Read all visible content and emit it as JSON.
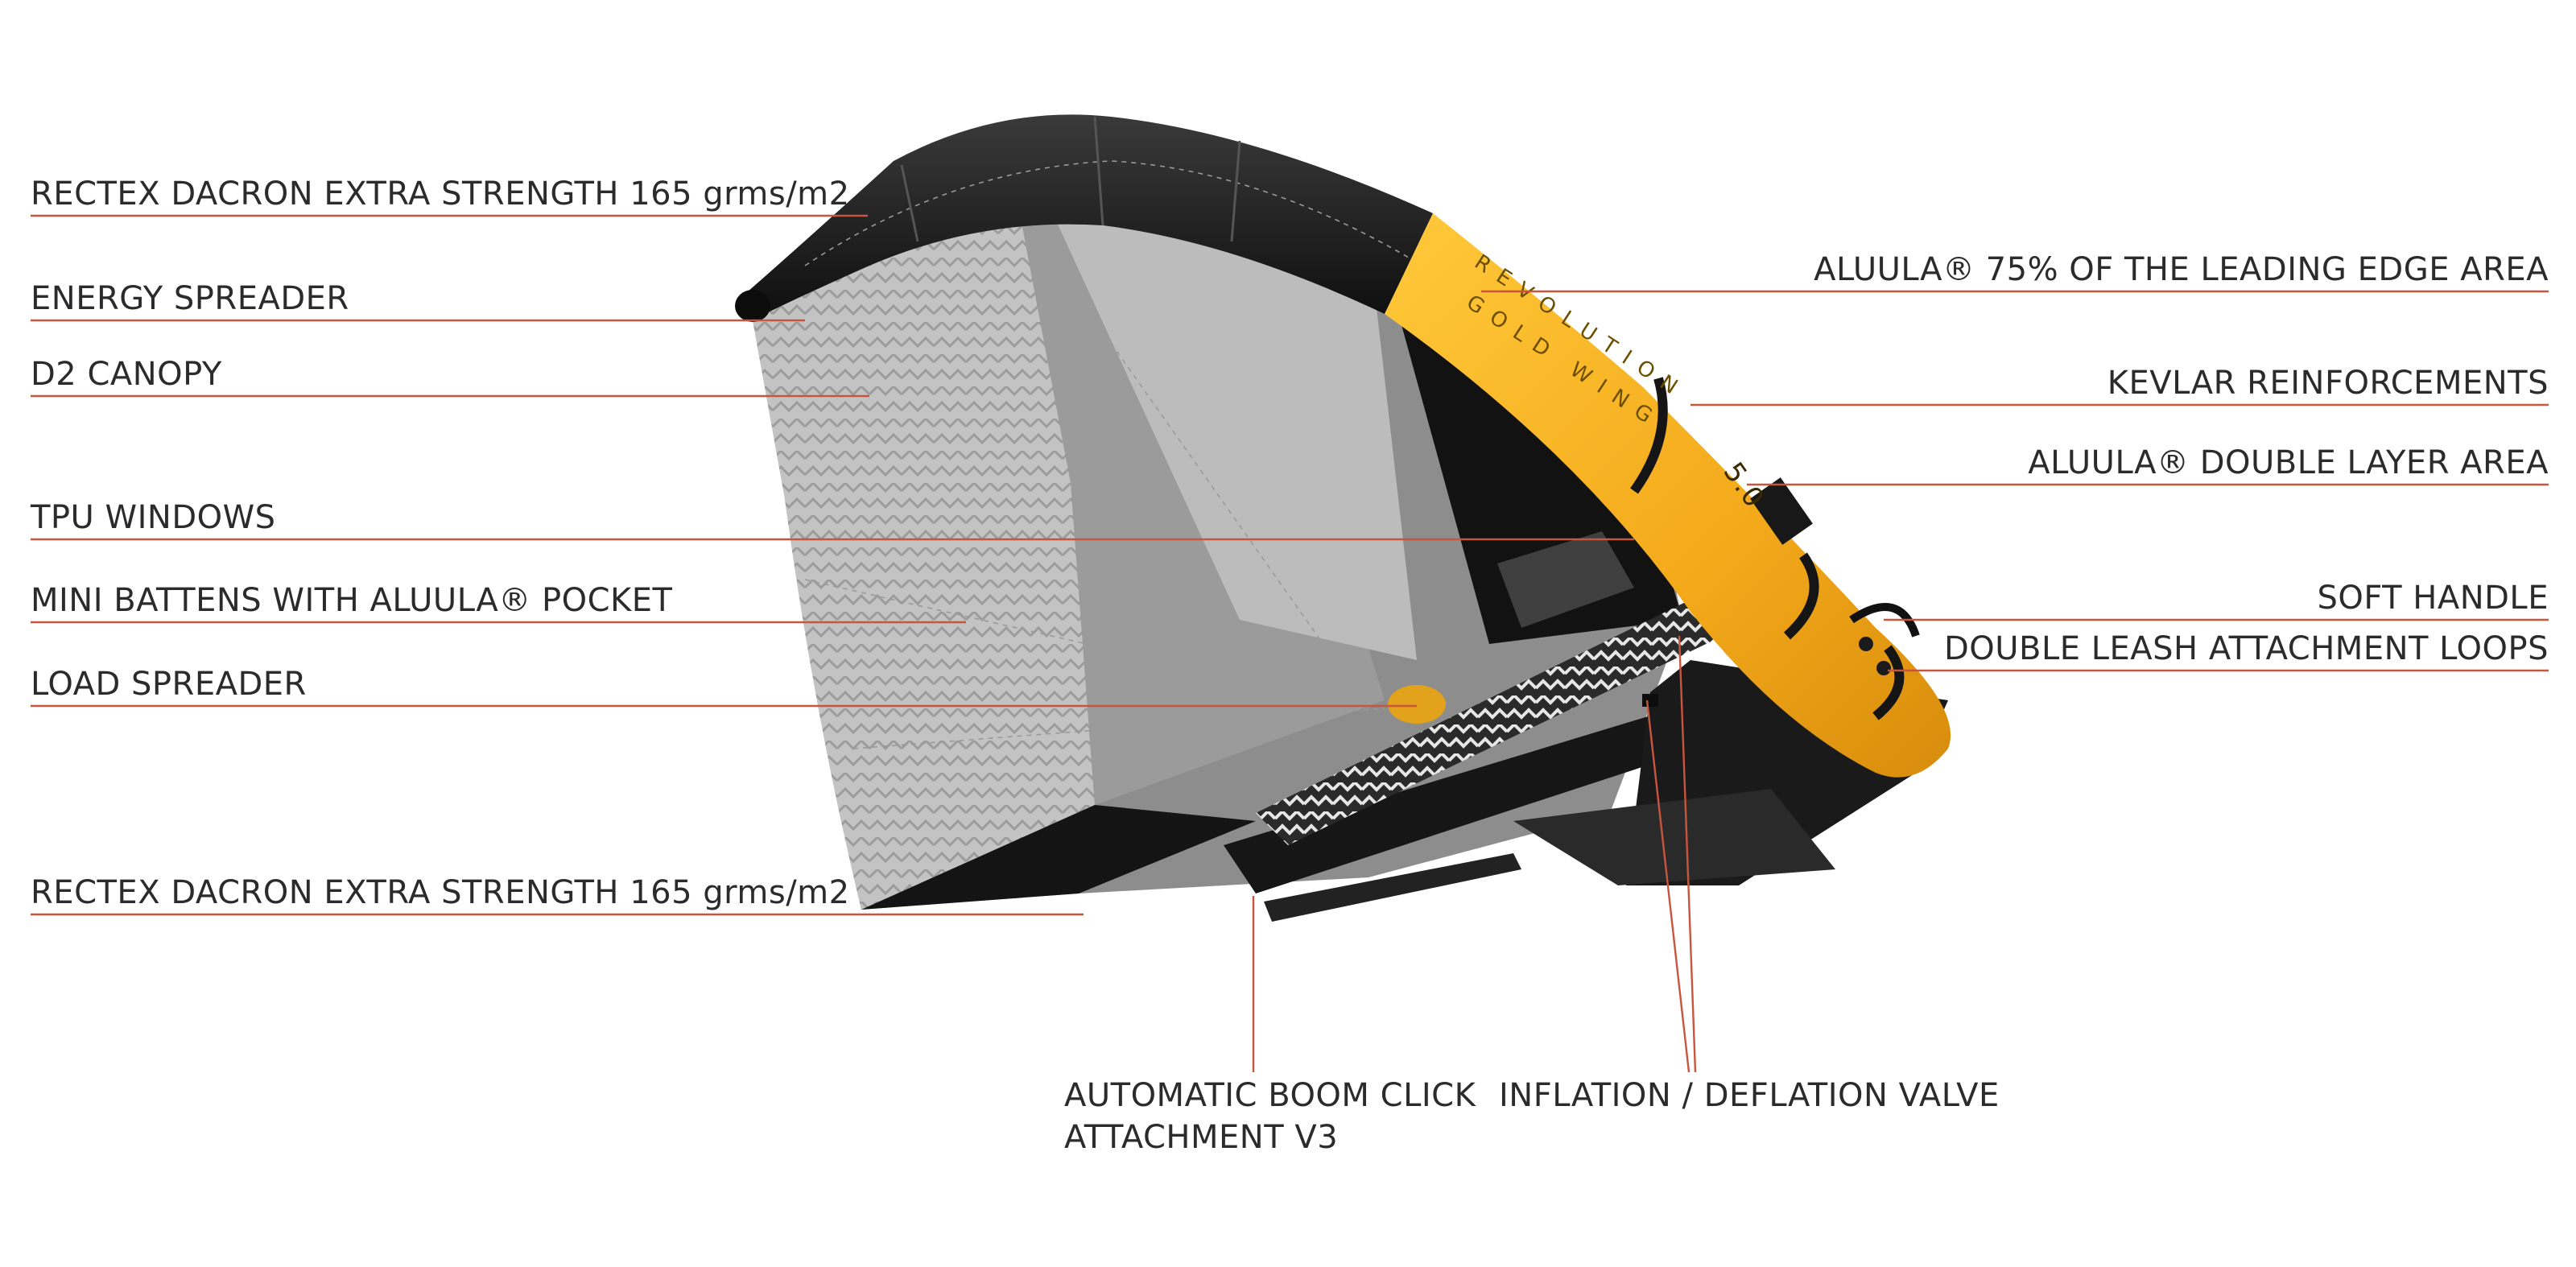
{
  "colors": {
    "leader": "#c8553d",
    "text": "#2b2b2b",
    "leading_edge_black": "#1c1c1c",
    "leading_edge_yellow": "#f6b21c",
    "canopy_light": "#bdbdbd",
    "canopy_mid": "#8c8c8c",
    "canopy_dark": "#111111"
  },
  "callouts": {
    "rectex_top": "RECTEX DACRON EXTRA STRENGTH 165 grms/m2",
    "energy_spreader": "ENERGY SPREADER",
    "d2_canopy": "D2 CANOPY",
    "tpu_windows": "TPU WINDOWS",
    "mini_battens": "MINI BATTENS WITH ALUULA® POCKET",
    "load_spreader": "LOAD SPREADER",
    "rectex_bottom": "RECTEX DACRON EXTRA STRENGTH 165 grms/m2",
    "aluula_75": "ALUULA® 75% OF THE LEADING EDGE AREA",
    "kevlar": "KEVLAR REINFORCEMENTS",
    "aluula_double": "ALUULA® DOUBLE LAYER AREA",
    "soft_handle": "SOFT HANDLE",
    "double_leash": "DOUBLE LEASH ATTACHMENT LOOPS",
    "boom_line1": "AUTOMATIC BOOM CLICK",
    "boom_line2": "ATTACHMENT V3",
    "valve": "INFLATION / DEFLATION VALVE"
  },
  "product": {
    "brand_line1": "REVOLUTION",
    "brand_line2": "GOLD WING",
    "size_mark": "5.0"
  }
}
